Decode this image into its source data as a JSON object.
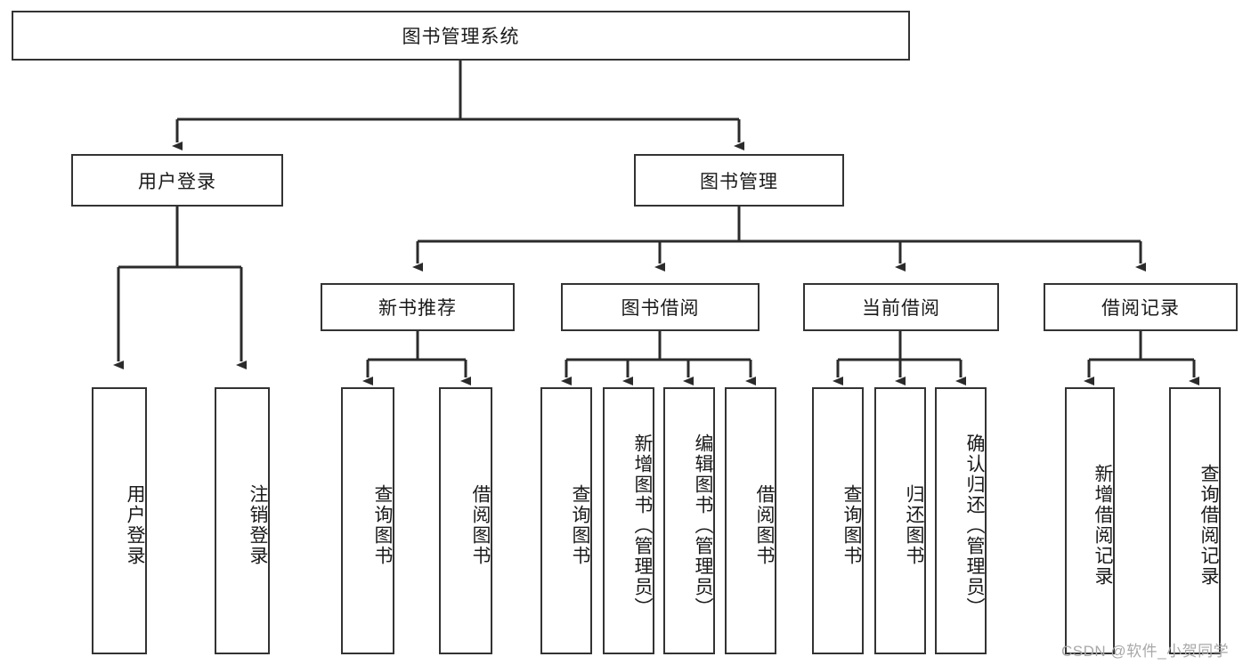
{
  "diagram": {
    "title": "图书管理系统",
    "type": "functional-structure-tree",
    "root": {
      "id": "root",
      "label": "图书管理系统"
    },
    "level1": [
      {
        "id": "user-login",
        "label": "用户登录"
      },
      {
        "id": "book-management",
        "label": "图书管理"
      }
    ],
    "level2": [
      {
        "id": "new-book-recommend",
        "label": "新书推荐",
        "parent": "book-management"
      },
      {
        "id": "book-borrow",
        "label": "图书借阅",
        "parent": "book-management"
      },
      {
        "id": "current-borrow",
        "label": "当前借阅",
        "parent": "book-management"
      },
      {
        "id": "borrow-record",
        "label": "借阅记录",
        "parent": "book-management"
      }
    ],
    "leaves": [
      {
        "id": "leaf-user-login",
        "label": "用户登录",
        "parent": "user-login"
      },
      {
        "id": "leaf-logout-login",
        "label": "注销登录",
        "parent": "user-login"
      },
      {
        "id": "leaf-query-book-1",
        "label": "查询图书",
        "parent": "new-book-recommend"
      },
      {
        "id": "leaf-borrow-book-1",
        "label": "借阅图书",
        "parent": "new-book-recommend"
      },
      {
        "id": "leaf-query-book-2",
        "label": "查询图书",
        "parent": "book-borrow"
      },
      {
        "id": "leaf-add-book",
        "label": "新增图书（管理员）",
        "parent": "book-borrow"
      },
      {
        "id": "leaf-edit-book",
        "label": "编辑图书（管理员）",
        "parent": "book-borrow"
      },
      {
        "id": "leaf-borrow-book-2",
        "label": "借阅图书",
        "parent": "book-borrow"
      },
      {
        "id": "leaf-query-book-3",
        "label": "查询图书",
        "parent": "current-borrow"
      },
      {
        "id": "leaf-return-book",
        "label": "归还图书",
        "parent": "current-borrow"
      },
      {
        "id": "leaf-confirm-return",
        "label": "确认归还（管理员）",
        "parent": "current-borrow"
      },
      {
        "id": "leaf-add-record",
        "label": "新增借阅记录",
        "parent": "borrow-record"
      },
      {
        "id": "leaf-query-record",
        "label": "查询借阅记录",
        "parent": "borrow-record"
      }
    ],
    "watermark": "CSDN @软件_小贺同学",
    "colors": {
      "stroke": "#333333",
      "background": "#ffffff",
      "text": "#1a1a1a",
      "watermark": "#a8a8a8"
    }
  }
}
